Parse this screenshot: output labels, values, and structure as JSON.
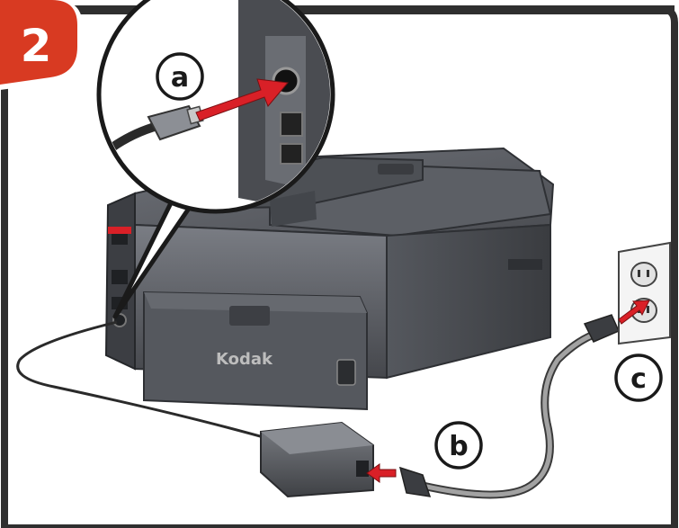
{
  "step": {
    "number": "2"
  },
  "callouts": {
    "a": "a",
    "b": "b",
    "c": "c"
  },
  "printer": {
    "brand": "Kodak"
  },
  "colors": {
    "step_badge": "#d83a22",
    "arrow": "#d92027",
    "printer_body": "#5a5d63",
    "printer_dark": "#3c3e43",
    "frame": "#2f2f2f",
    "cable": "#9a9a9a"
  }
}
